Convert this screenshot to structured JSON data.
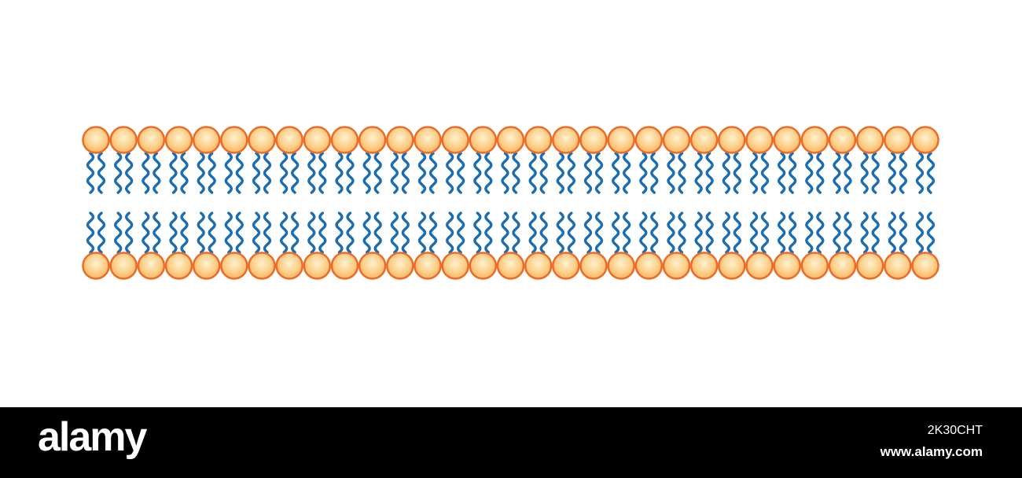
{
  "diagram": {
    "subject": "phospholipid-bilayer",
    "phospholipids_per_leaflet": 31,
    "leaflets": 2,
    "colors": {
      "head_fill_center": "#fff2cf",
      "head_fill_edge": "#f7b562",
      "head_stroke": "#ee6a27",
      "tail": "#1a6db3",
      "background": "#ffffff"
    }
  },
  "watermark": {
    "logo": "alamy",
    "image_id": "2K30CHT",
    "url": "www.alamy.com",
    "background": "#000000",
    "text_color": "#ffffff"
  }
}
